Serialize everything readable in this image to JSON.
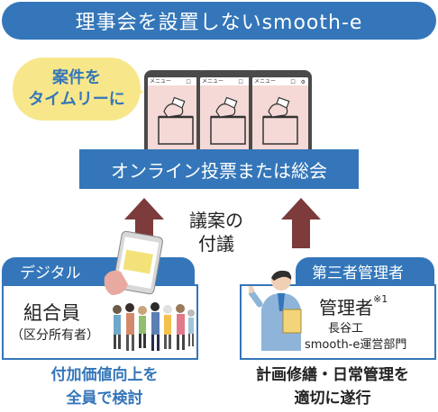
{
  "header": {
    "title": "理事会を設置しないsmooth-e"
  },
  "bubble": {
    "line1": "案件を",
    "line2": "タイムリーに"
  },
  "phones": [
    {
      "menu_label": "メニュー"
    },
    {
      "menu_label": "メニュー"
    },
    {
      "menu_label": "メニュー"
    }
  ],
  "voting": {
    "label": "オンライン投票または総会"
  },
  "agenda": {
    "line1": "議案の",
    "line2": "付議"
  },
  "left_panel": {
    "tag": "デジタル",
    "title": "組合員",
    "subtitle": "（区分所有者）",
    "caption_line1": "付加価値向上を",
    "caption_line2": "全員で検討"
  },
  "right_panel": {
    "tag": "第三者管理者",
    "title": "管理者",
    "note": "※1",
    "company_line1": "長谷工",
    "company_line2": "smooth-e運営部門",
    "caption_line1": "計画修繕・日常管理を",
    "caption_line2": "適切に遂行"
  },
  "colors": {
    "primary": "#3476b9",
    "bubble": "#f7e78a",
    "arrow": "#7d3b3b",
    "screen": "#f4d9d6"
  },
  "icons": [
    "ballot-box-icon",
    "up-arrow-icon",
    "smartphone-icon",
    "people-group-icon",
    "manager-person-icon"
  ]
}
